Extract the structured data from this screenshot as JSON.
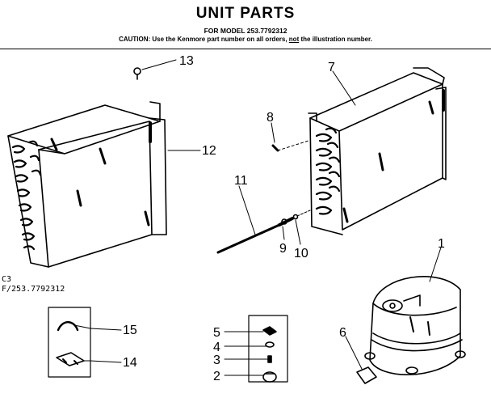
{
  "header": {
    "title": "UNIT PARTS",
    "model": "FOR MODEL 253.7792312",
    "caution_prefix": "CAUTION: Use the Kenmore part number on all orders,",
    "caution_emphasis": "not",
    "caution_suffix": "the illustration number."
  },
  "figure_codes": {
    "line1": "C3",
    "line2": "F/253.7792312"
  },
  "callouts": [
    {
      "id": "1",
      "text": "1"
    },
    {
      "id": "2",
      "text": "2"
    },
    {
      "id": "3",
      "text": "3"
    },
    {
      "id": "4",
      "text": "4"
    },
    {
      "id": "5",
      "text": "5"
    },
    {
      "id": "6",
      "text": "6"
    },
    {
      "id": "7",
      "text": "7"
    },
    {
      "id": "8",
      "text": "8"
    },
    {
      "id": "9",
      "text": "9"
    },
    {
      "id": "10",
      "text": "10"
    },
    {
      "id": "11",
      "text": "11"
    },
    {
      "id": "12",
      "text": "12"
    },
    {
      "id": "13",
      "text": "13"
    },
    {
      "id": "14",
      "text": "14"
    },
    {
      "id": "15",
      "text": "15"
    }
  ],
  "colors": {
    "ink": "#000000",
    "paper": "#ffffff"
  }
}
